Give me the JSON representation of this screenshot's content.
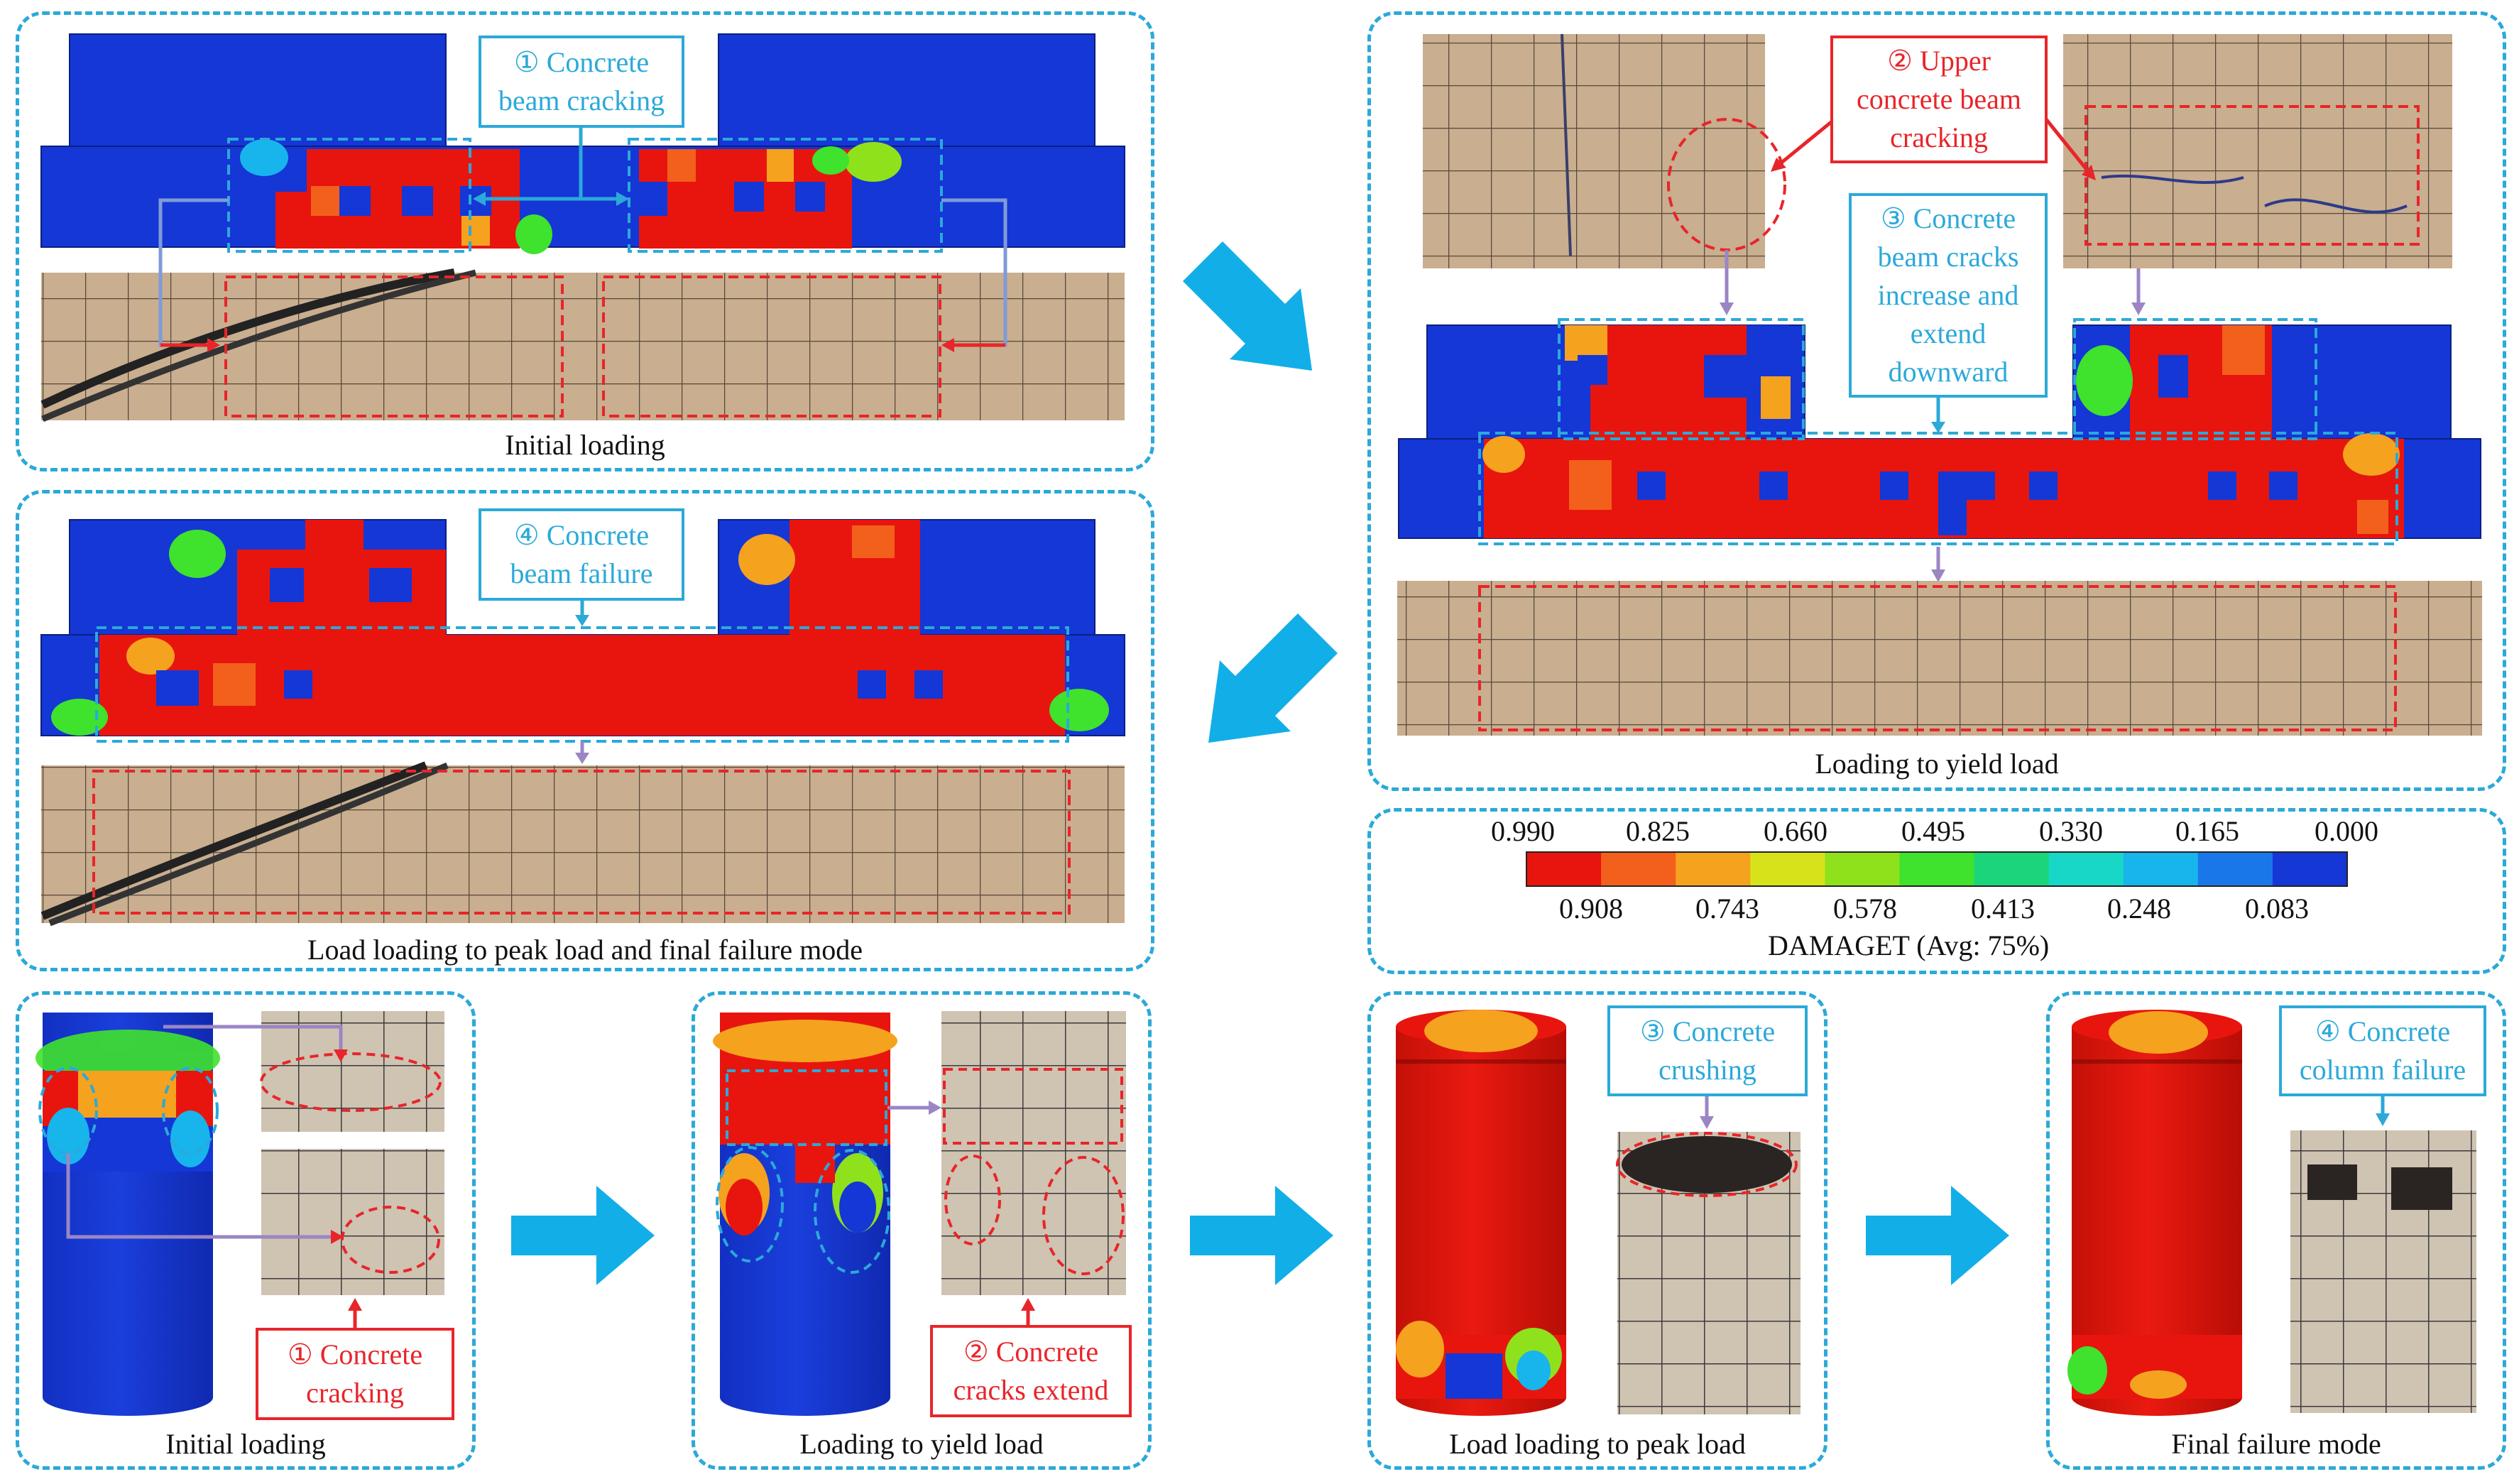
{
  "colors": {
    "border": "#2ba9d9",
    "red_callout": "#e8252a",
    "damage_high": "#e8150e",
    "damage_low": "#1437d6",
    "arrow": "#12aee8",
    "photo": "#c7ad8e"
  },
  "panels": {
    "beam_initial": {
      "caption": "Initial loading",
      "callout": "① Concrete\nbeam cracking"
    },
    "beam_yield": {
      "caption": "Loading to yield load",
      "callout_upper": "② Upper\nconcrete beam\ncracking",
      "callout_extend": "③ Concrete\nbeam cracks\nincrease and\nextend\ndownward"
    },
    "beam_failure": {
      "caption": "Load loading to peak load and final failure mode",
      "callout": "④ Concrete\nbeam failure"
    },
    "column_initial": {
      "caption": "Initial loading",
      "callout": "① Concrete\ncracking"
    },
    "column_yield": {
      "caption": "Loading to yield load",
      "callout": "② Concrete\ncracks extend"
    },
    "column_peak": {
      "caption": "Load loading to peak load",
      "callout": "③ Concrete\ncrushing"
    },
    "column_final": {
      "caption": "Final failure mode",
      "callout": "④ Concrete\ncolumn failure"
    }
  },
  "legend": {
    "top_values": [
      "0.990",
      "0.825",
      "0.660",
      "0.495",
      "0.330",
      "0.165",
      "0.000"
    ],
    "bottom_values": [
      "0.908",
      "0.743",
      "0.578",
      "0.413",
      "0.248",
      "0.083"
    ],
    "title": "DAMAGET (Avg: 75%)",
    "swatches": [
      "#e8150e",
      "#f2601c",
      "#f5a21f",
      "#d8e21b",
      "#8fe11c",
      "#3fe22c",
      "#1bd57a",
      "#17d8c7",
      "#18b4ec",
      "#1a77ea",
      "#1437d6"
    ]
  }
}
